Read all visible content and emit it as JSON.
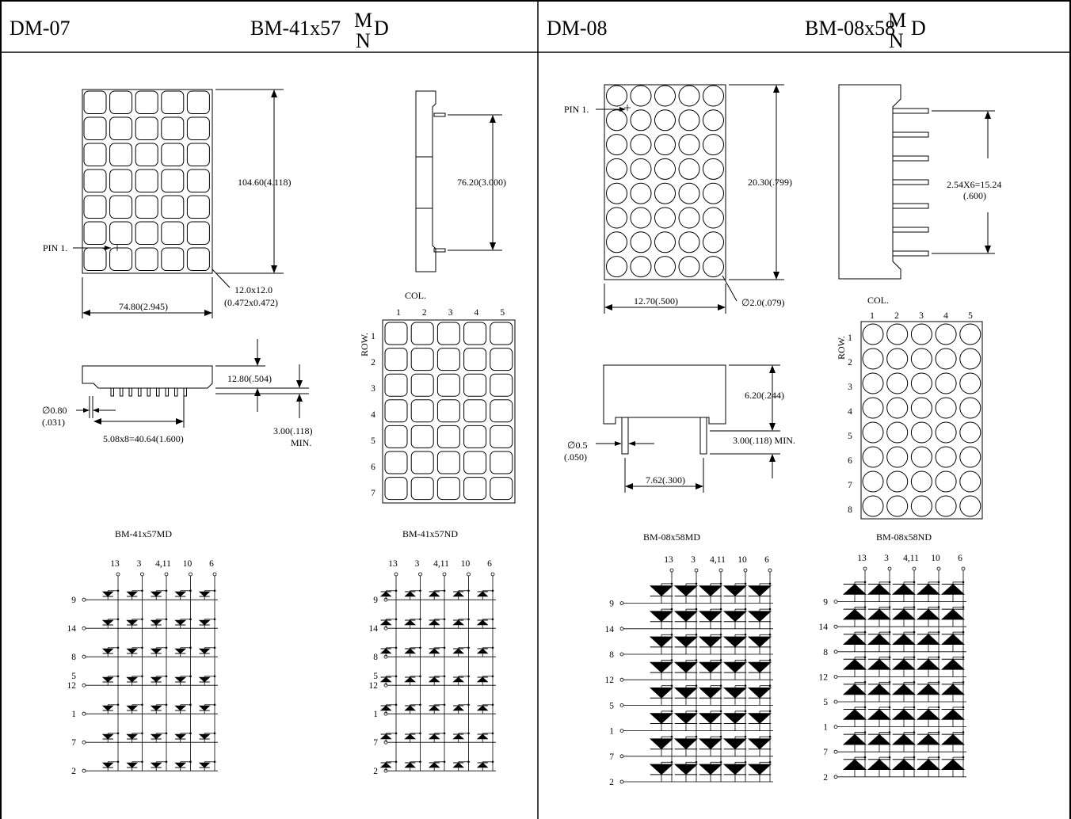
{
  "left": {
    "code": "DM-07",
    "model_prefix": "BM-41x57",
    "model_sup": "M",
    "model_sub": "N",
    "model_suffix": "D",
    "pin1_label": "PIN 1.",
    "dim_height": "104.60(4.118)",
    "dim_width": "74.80(2.945)",
    "dim_dot_1": "12.0x12.0",
    "dim_dot_2": "(0.472x0.472)",
    "dim_side": "76.20(3.000)",
    "dim_depth": "12.80(.504)",
    "dim_pin_len_1": "3.00(.118)",
    "dim_pin_len_2": "MIN.",
    "dim_pin_dia_1": "∅0.80",
    "dim_pin_dia_2": "(.031)",
    "dim_pitch": "5.08x8=40.64(1.600)",
    "col_label": "COL.",
    "row_label": "ROW.",
    "cols": [
      "1",
      "2",
      "3",
      "4",
      "5"
    ],
    "rows": [
      "1",
      "2",
      "3",
      "4",
      "5",
      "6",
      "7"
    ],
    "schem_md_title": "BM-41x57MD",
    "schem_nd_title": "BM-41x57ND",
    "col_pins": [
      "13",
      "3",
      "4,11",
      "10",
      "6"
    ],
    "row_pins": [
      "9",
      "14",
      "8",
      "5\n12",
      "1",
      "7",
      "2"
    ]
  },
  "right": {
    "code": "DM-08",
    "model_prefix": "BM-08x58",
    "model_sup": "M",
    "model_sub": "N",
    "model_suffix": "D",
    "pin1_label": "PIN 1.",
    "dim_height": "20.30(.799)",
    "dim_width": "12.70(.500)",
    "dim_dot": "∅2.0(.079)",
    "dim_side_1": "2.54X6=15.24",
    "dim_side_2": "(.600)",
    "dim_depth": "6.20(.244)",
    "dim_pin_len": "3.00(.118) MIN.",
    "dim_pin_dia_1": "∅0.5",
    "dim_pin_dia_2": "(.050)",
    "dim_pitch": "7.62(.300)",
    "col_label": "COL.",
    "row_label": "ROW.",
    "cols": [
      "1",
      "2",
      "3",
      "4",
      "5"
    ],
    "rows": [
      "1",
      "2",
      "3",
      "4",
      "5",
      "6",
      "7",
      "8"
    ],
    "schem_md_title": "BM-08x58MD",
    "schem_nd_title": "BM-08x58ND",
    "col_pins": [
      "13",
      "3",
      "4,11",
      "10",
      "6"
    ],
    "row_pins": [
      "9",
      "14",
      "8",
      "12",
      "5",
      "1",
      "7",
      "2"
    ]
  }
}
